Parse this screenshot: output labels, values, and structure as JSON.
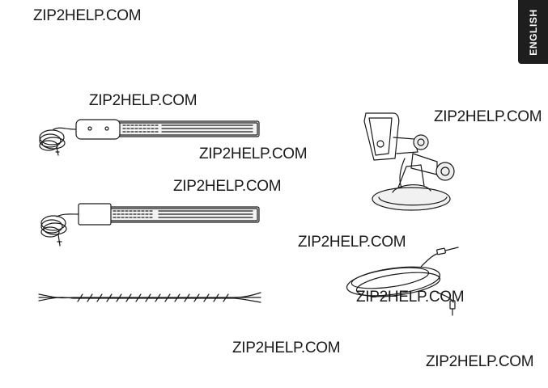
{
  "language_tab": {
    "label": "ENGLISH"
  },
  "watermarks": [
    "ZIP2HELP.COM",
    "ZIP2HELP.COM",
    "ZIP2HELP.COM",
    "ZIP2HELP.COM",
    "ZIP2HELP.COM",
    "ZIP2HELP.COM",
    "ZIP2HELP.COM",
    "ZIP2HELP.COM",
    "ZIP2HELP.COM"
  ],
  "colors": {
    "ink": "#1a1a1a",
    "tab_bg": "#1e1e1e",
    "tab_text": "#ffffff"
  },
  "icons": [
    "heater-strip-long-icon",
    "heater-strip-short-icon",
    "wire-harness-icon",
    "suction-mount-icon",
    "audio-cable-icon"
  ]
}
